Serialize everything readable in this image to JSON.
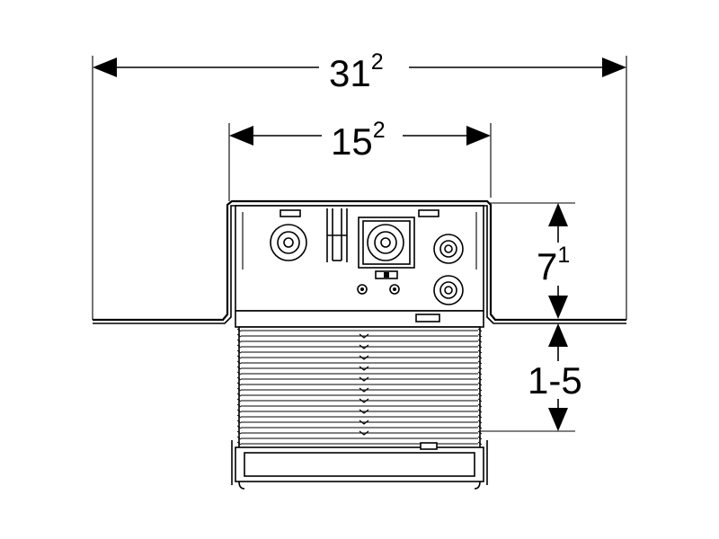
{
  "dimensions": {
    "overall_width": {
      "value": "31",
      "sup": "2"
    },
    "inner_width": {
      "value": "15",
      "sup": "2"
    },
    "box_height": {
      "value": "7",
      "sup": "1"
    },
    "adjust_range": {
      "value": "1-5"
    }
  }
}
